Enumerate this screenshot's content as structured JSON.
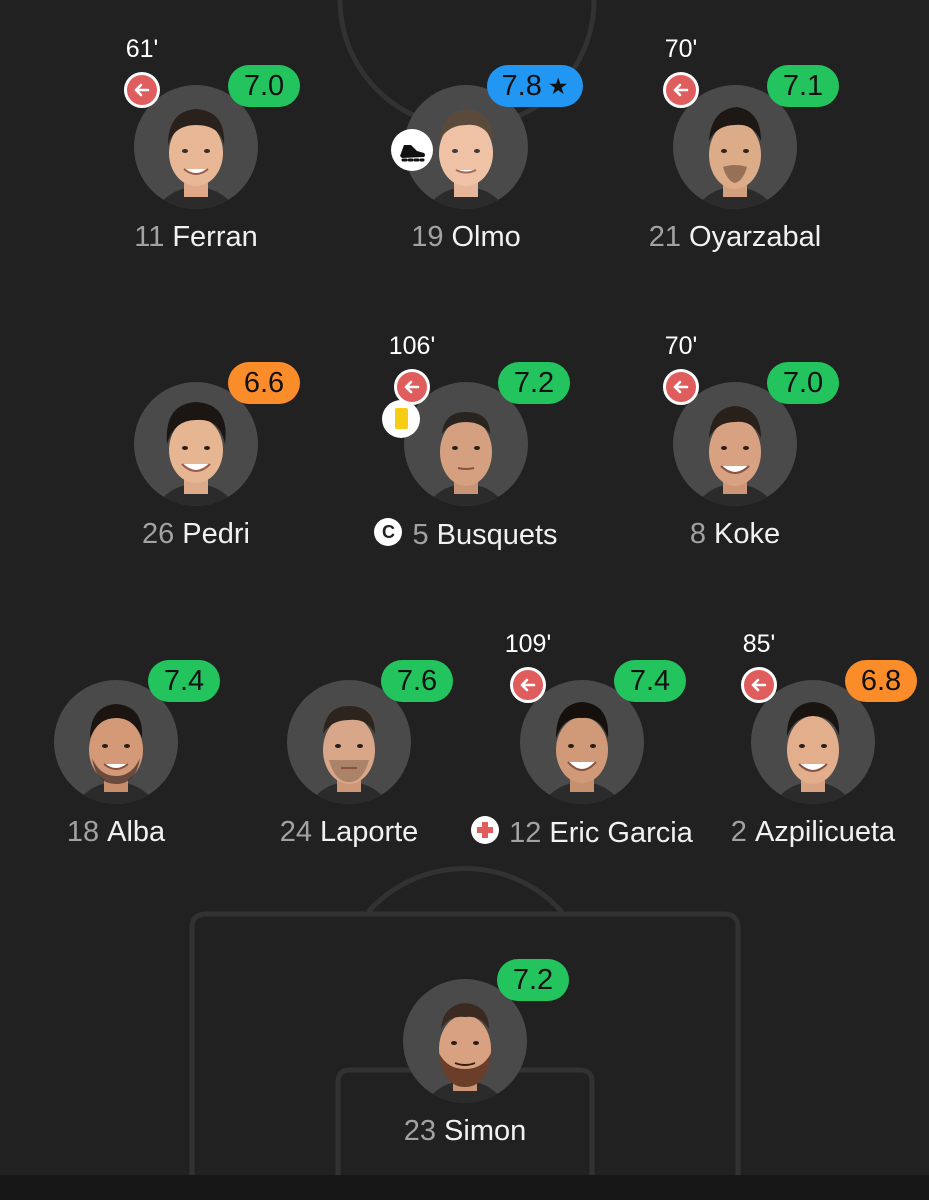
{
  "colors": {
    "background": "#212121",
    "rating_green": "#23c45e",
    "rating_orange": "#fb8c2a",
    "rating_best_blue": "#2196f3",
    "sub_red": "#e05d5d",
    "yellow_card": "#f6cc14"
  },
  "players": [
    {
      "id": "ferran",
      "number": "11",
      "name": "Ferran",
      "rating": "7.0",
      "rating_level": "good",
      "sub_minute": "61'"
    },
    {
      "id": "olmo",
      "number": "19",
      "name": "Olmo",
      "rating": "7.8",
      "rating_level": "best",
      "star_icon": "★",
      "event_icon": "football-boot-icon"
    },
    {
      "id": "oyarzabal",
      "number": "21",
      "name": "Oyarzabal",
      "rating": "7.1",
      "rating_level": "good",
      "sub_minute": "70'"
    },
    {
      "id": "pedri",
      "number": "26",
      "name": "Pedri",
      "rating": "6.6",
      "rating_level": "ok"
    },
    {
      "id": "busquets",
      "number": "5",
      "name": "Busquets",
      "rating": "7.2",
      "rating_level": "good",
      "sub_minute": "106'",
      "yellow_card": true,
      "captain_badge": "C"
    },
    {
      "id": "koke",
      "number": "8",
      "name": "Koke",
      "rating": "7.0",
      "rating_level": "good",
      "sub_minute": "70'"
    },
    {
      "id": "alba",
      "number": "18",
      "name": "Alba",
      "rating": "7.4",
      "rating_level": "good"
    },
    {
      "id": "laporte",
      "number": "24",
      "name": "Laporte",
      "rating": "7.6",
      "rating_level": "good"
    },
    {
      "id": "garcia",
      "number": "12",
      "name": "Eric Garcia",
      "rating": "7.4",
      "rating_level": "good",
      "sub_minute": "109'",
      "injury_icon": "medical-cross-icon"
    },
    {
      "id": "azpilicueta",
      "number": "2",
      "name": "Azpilicueta",
      "rating": "6.8",
      "rating_level": "ok",
      "sub_minute": "85'"
    },
    {
      "id": "simon",
      "number": "23",
      "name": "Simon",
      "rating": "7.2",
      "rating_level": "good"
    }
  ]
}
